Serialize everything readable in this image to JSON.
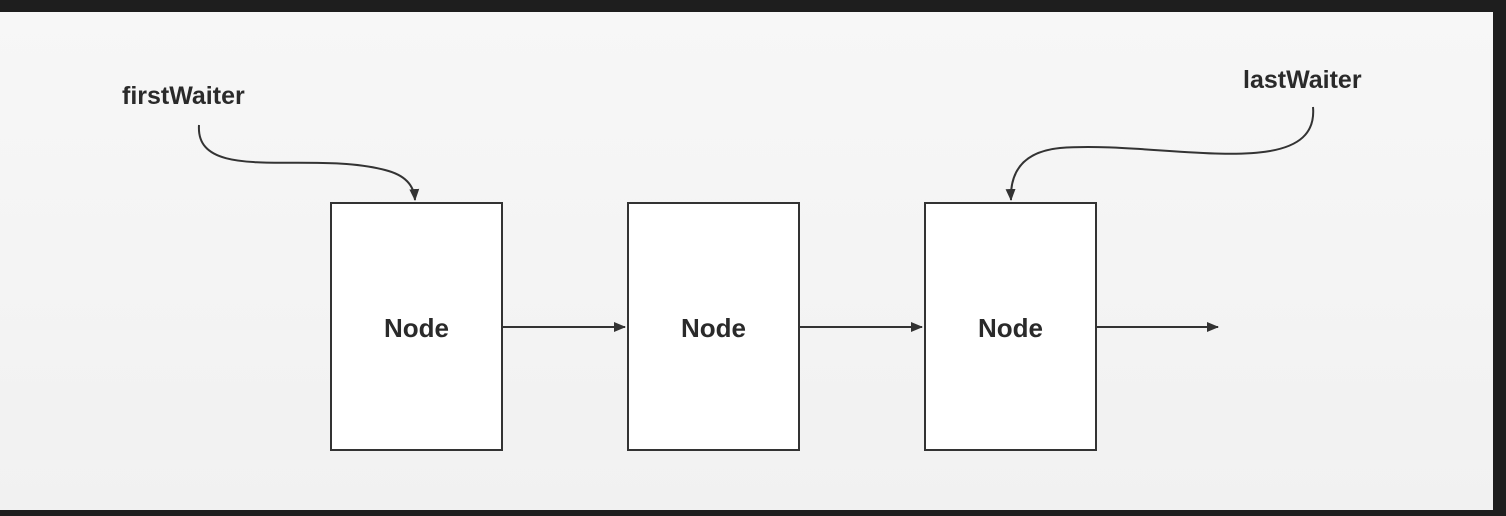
{
  "pointers": {
    "first": "firstWaiter",
    "last": "lastWaiter"
  },
  "nodes": [
    {
      "label": "Node"
    },
    {
      "label": "Node"
    },
    {
      "label": "Node"
    }
  ],
  "colors": {
    "stroke": "#333333",
    "background": "#f5f5f5",
    "frame": "#1e1e1e"
  }
}
